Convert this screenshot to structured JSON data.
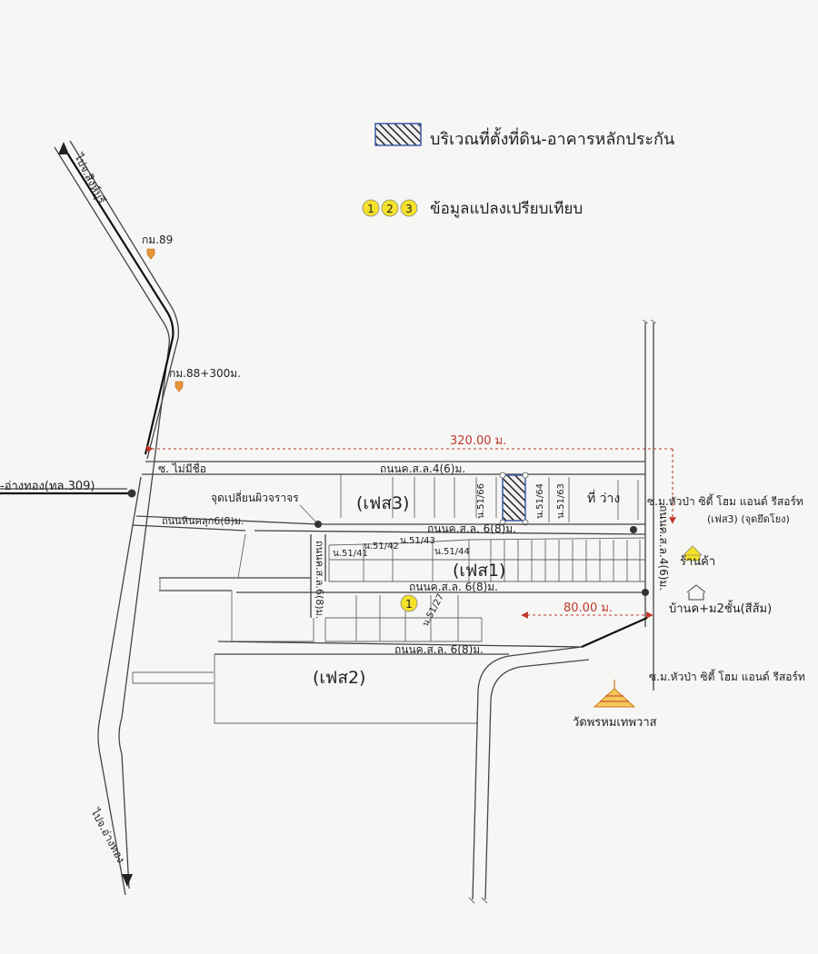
{
  "legend": {
    "collateral_label": "บริเวณที่ตั้งที่ดิน-อาคารหลักประกัน",
    "compare_numbers": [
      "1",
      "2",
      "3"
    ],
    "compare_label": "ข้อมูลแปลงเปรียบเทียบ"
  },
  "highway": {
    "name_top": "ไปจ.สิงห์บุรี",
    "name_bottom": "ไปจ.อ่างทอง",
    "left_road": "-อ่างทอง(ทล.309)",
    "km_89": "กม.89",
    "km_88": "กม.88+300ม."
  },
  "streets": {
    "soi_no_name": "ซ. ไม่มีชื่อ",
    "road_4_top": "ถนนค.ส.ล.4(6)ม.",
    "road_6_a": "ถนนค.ส.ล. 6(8)ม.",
    "road_6_b": "ถนนค.ส.ล. 6(8)ม.",
    "road_6_c": "ถนนค.ส.ล. 6(8)ม.",
    "laterite_road": "ถนนหินคลุก6(8)ม.",
    "vertical_road_left": "ถนนค.ส.ล.6(8)ม.",
    "vertical_road_right": "ถนนค.ส.ล.4(6)ม.",
    "surface_change_point": "จุดเปลี่ยนผิวจราจร"
  },
  "phases": {
    "phase1": "(เฟส1)",
    "phase2": "(เฟส2)",
    "phase3": "(เฟส3)"
  },
  "parcels": {
    "p51_66": "น.51/66",
    "p51_64": "น.51/64",
    "p51_63": "น.51/63",
    "p51_41": "น.51/41",
    "p51_42": "น.51/42",
    "p51_43": "น.51/43",
    "p51_44": "น.51/44",
    "p51_27": "น.51/27",
    "vacant": "ที่ ว่าง",
    "compare_marker": "1"
  },
  "distances": {
    "d320": "320.00 ม.",
    "d80": "80.00 ม."
  },
  "landmarks": {
    "village_top": "ซ.ม.หัวป่า ซิตี้ โฮม แอนด์ รีสอร์ท",
    "village_top_note": "(เฟส3) (จุดยึดโยง)",
    "shop": "ร้านค้า",
    "house": "บ้านค+ม2ชั้น(สีส้ม)",
    "village_bottom": "ซ.ม.หัวป่า ซิตี้ โฮม แอนด์ รีสอร์ท",
    "temple": "วัดพรหมเทพวาส"
  },
  "colors": {
    "collateral_fill": "#1a1a1a",
    "collateral_border": "#3b5ba8",
    "compare_circle": "#f4e12a",
    "distance_line": "#c0392b",
    "km_marker": "#e8953a",
    "temple": "#e6a81c"
  }
}
